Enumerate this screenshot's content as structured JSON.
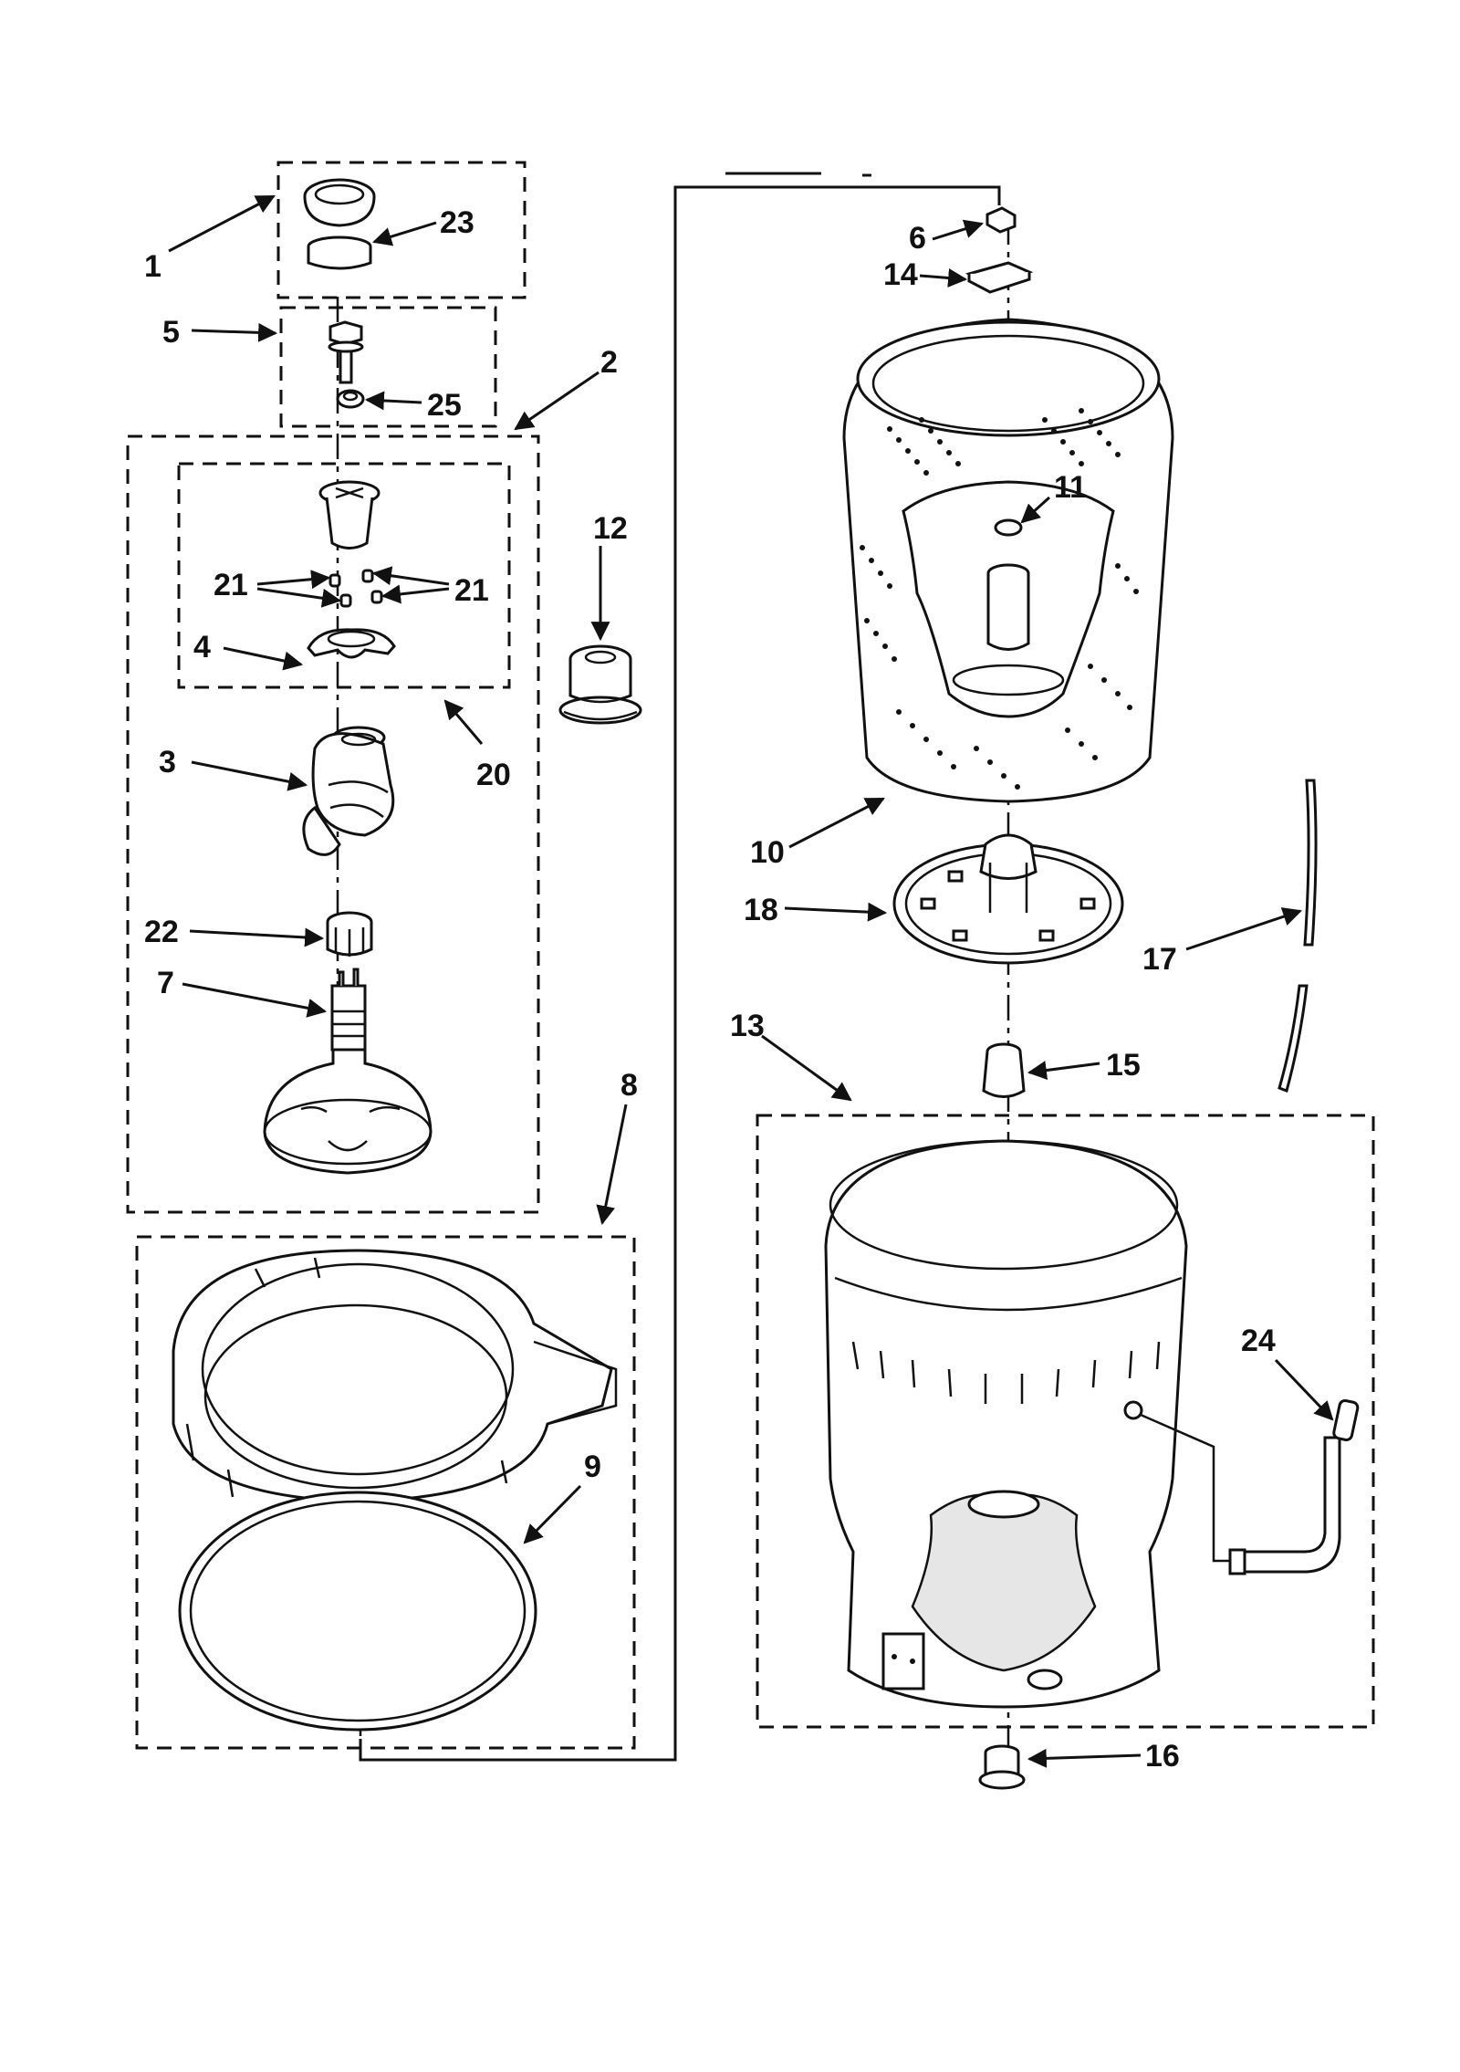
{
  "diagram": {
    "callouts": {
      "p1": "1",
      "p2": "2",
      "p3": "3",
      "p4": "4",
      "p5": "5",
      "p6": "6",
      "p7": "7",
      "p8": "8",
      "p9": "9",
      "p10": "10",
      "p11": "11",
      "p12": "12",
      "p13": "13",
      "p14": "14",
      "p15": "15",
      "p16": "16",
      "p17": "17",
      "p18": "18",
      "p20": "20",
      "p21a": "21",
      "p21b": "21",
      "p22": "22",
      "p23": "23",
      "p24": "24",
      "p25": "25"
    },
    "colors": {
      "ink": "#111111",
      "paper": "#ffffff"
    }
  }
}
